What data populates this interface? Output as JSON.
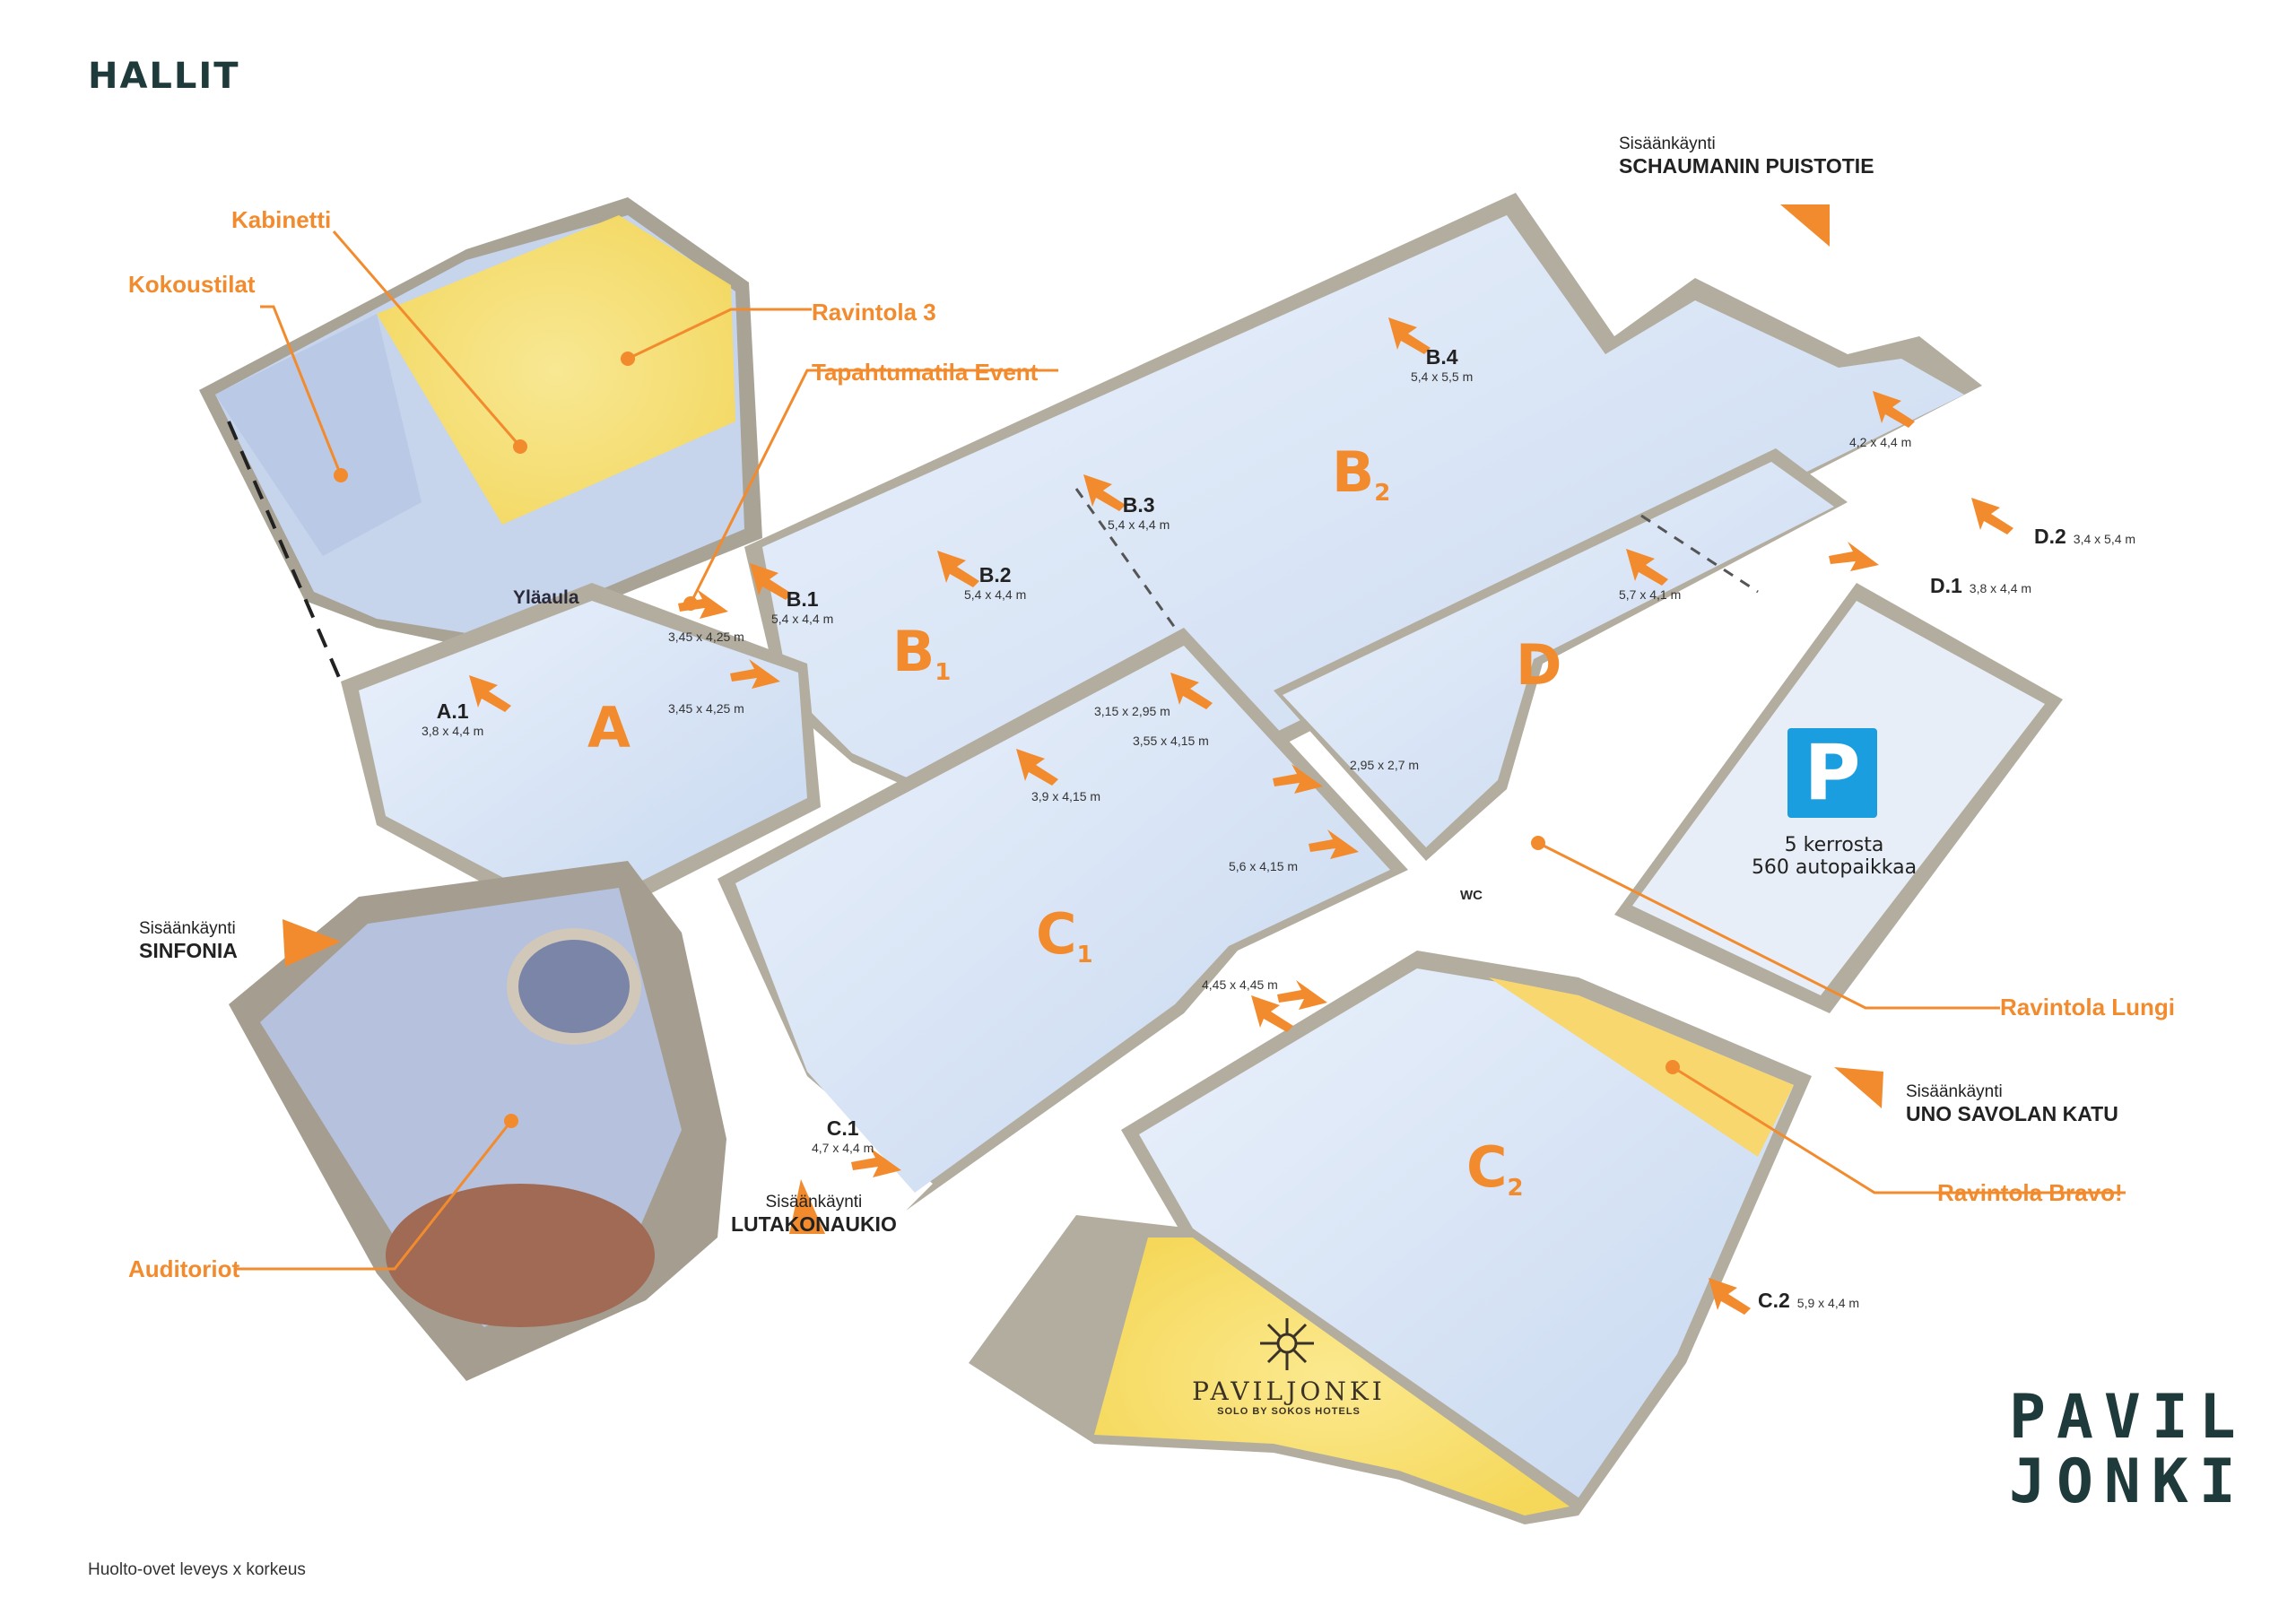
{
  "title": "HALLIT",
  "footnote": "Huolto-ovet leveys x korkeus",
  "colors": {
    "accent": "#f28b2d",
    "floor": "#d6e4f5",
    "wall": "#b3ad9f",
    "yellow": "#f8e27a",
    "parking": "#1a9ee0",
    "logo": "#1f3a3a"
  },
  "halls": {
    "A": "A",
    "B1": {
      "letter": "B",
      "sub": "1"
    },
    "B2": {
      "letter": "B",
      "sub": "2"
    },
    "C1": {
      "letter": "C",
      "sub": "1"
    },
    "C2": {
      "letter": "C",
      "sub": "2"
    },
    "D": "D"
  },
  "orange_labels": {
    "kabinetti": "Kabinetti",
    "kokoustilat": "Kokoustilat",
    "ravintola3": "Ravintola 3",
    "tapahtumatila": "Tapahtumatila Event",
    "auditoriot": "Auditoriot",
    "ravintola_lungi": "Ravintola Lungi",
    "ravintola_bravo": "Ravintola Bravo!"
  },
  "entrances": [
    {
      "label": "Sisäänkäynti",
      "name": "SCHAUMANIN PUISTOTIE"
    },
    {
      "label": "Sisäänkäynti",
      "name": "SINFONIA"
    },
    {
      "label": "Sisäänkäynti",
      "name": "LUTAKONAUKIO"
    },
    {
      "label": "Sisäänkäynti",
      "name": "UNO SAVOLAN KATU"
    }
  ],
  "doors": {
    "A1": {
      "id": "A.1",
      "dims": "3,8 x 4,4 m"
    },
    "B1": {
      "id": "B.1",
      "dims": "5,4 x 4,4 m"
    },
    "B2": {
      "id": "B.2",
      "dims": "5,4 x 4,4 m"
    },
    "B3": {
      "id": "B.3",
      "dims": "5,4 x 4,4 m"
    },
    "B4": {
      "id": "B.4",
      "dims": "5,4 x 5,5 m"
    },
    "C1": {
      "id": "C.1",
      "dims": "4,7 x 4,4 m"
    },
    "C2": {
      "id": "C.2",
      "dims": "5,9 x 4,4 m"
    },
    "D1": {
      "id": "D.1",
      "dims": "3,8 x 4,4 m"
    },
    "D2": {
      "id": "D.2",
      "dims": "3,4 x 5,4 m"
    }
  },
  "inner_dims": {
    "a_upper": "3,45 x 4,25 m",
    "a_lower": "3,45 x 4,25 m",
    "bc_a": "3,15 x 2,95 m",
    "bc_b": "3,55 x 4,15 m",
    "c1_top": "3,9 x 4,15 m",
    "c1_d": "5,6 x 4,15 m",
    "c1_c2": "4,45 x 4,45 m",
    "d_c": "2,95 x 2,7 m",
    "b2_d": "5,7 x 4,1 m",
    "b2_end": "4,2 x 4,4 m"
  },
  "yla_aula": "Yläaula",
  "wc": "WC",
  "parking": {
    "symbol": "P",
    "line1": "5 kerrosta",
    "line2": "560 autopaikkaa"
  },
  "pavilion_sign": {
    "name": "PAVILJONKI",
    "sub": "SOLO BY SOKOS HOTELS"
  },
  "logo": {
    "line1": "PAVIL",
    "line2": "JONKI"
  }
}
